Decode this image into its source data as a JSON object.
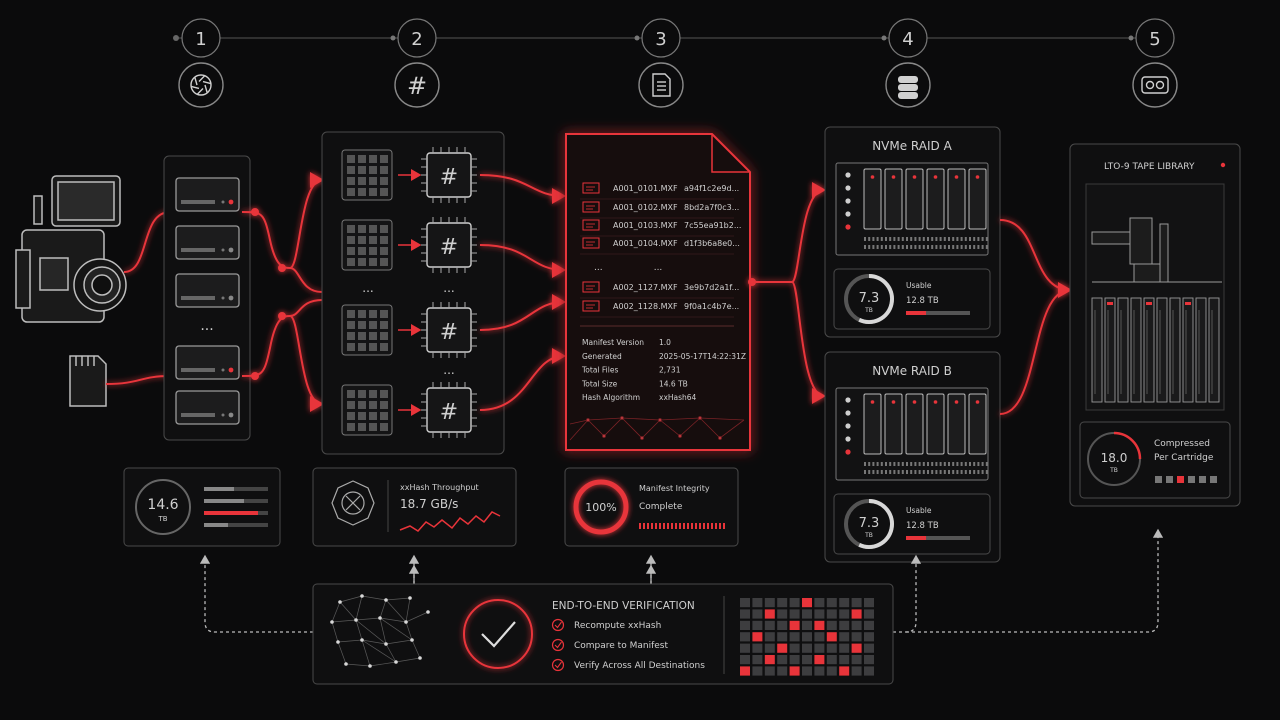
{
  "steps": [
    "1",
    "2",
    "3",
    "4",
    "5"
  ],
  "step_icons": [
    "aperture-icon",
    "hash-icon",
    "document-icon",
    "database-icon",
    "tape-cassette-icon"
  ],
  "source": {
    "icons": [
      "cinema-camera-icon",
      "sd-card-icon"
    ],
    "ellipsis": "...",
    "stat": {
      "value": "14.6",
      "unit": "TB"
    }
  },
  "hash": {
    "ellipsis": "...",
    "throughput_label": "xxHash Throughput",
    "throughput_value": "18.7 GB/s"
  },
  "manifest": {
    "files": [
      {
        "name": "A001_0101.MXF",
        "hash": "a94f1c2e9d..."
      },
      {
        "name": "A001_0102.MXF",
        "hash": "8bd2a7f0c3..."
      },
      {
        "name": "A001_0103.MXF",
        "hash": "7c55ea91b2..."
      },
      {
        "name": "A001_0104.MXF",
        "hash": "d1f3b6a8e0..."
      },
      {
        "name": "A002_1127.MXF",
        "hash": "3e9b7d2a1f..."
      },
      {
        "name": "A002_1128.MXF",
        "hash": "9f0a1c4b7e..."
      }
    ],
    "ellipsis_left": "...",
    "ellipsis_right": "...",
    "meta": [
      {
        "key": "Manifest Version",
        "value": "1.0"
      },
      {
        "key": "Generated",
        "value": "2025-05-17T14:22:31Z"
      },
      {
        "key": "Total Files",
        "value": "2,731"
      },
      {
        "key": "Total Size",
        "value": "14.6 TB"
      },
      {
        "key": "Hash Algorithm",
        "value": "xxHash64"
      }
    ],
    "integrity_value": "100%",
    "integrity_label": "Manifest Integrity",
    "integrity_status": "Complete"
  },
  "raid_a": {
    "title": "NVMe RAID A",
    "gauge": "7.3",
    "gauge_unit": "TB",
    "usable_label": "Usable",
    "usable_value": "12.8 TB",
    "used_fraction": 0.57
  },
  "raid_b": {
    "title": "NVMe RAID B",
    "gauge": "7.3",
    "gauge_unit": "TB",
    "usable_label": "Usable",
    "usable_value": "12.8 TB",
    "used_fraction": 0.57
  },
  "tape": {
    "title": "LTO-9 TAPE LIBRARY",
    "gauge": "18.0",
    "gauge_unit": "TB",
    "label_line1": "Compressed",
    "label_line2": "Per Cartridge"
  },
  "verification": {
    "title": "END-TO-END VERIFICATION",
    "checks": [
      "Recompute xxHash",
      "Compare to Manifest",
      "Verify Across All Destinations"
    ]
  },
  "colors": {
    "accent": "#e8343a",
    "line": "#6e6e6e",
    "panel_border": "#4a4a4a",
    "bg": "#0b0b0c"
  }
}
